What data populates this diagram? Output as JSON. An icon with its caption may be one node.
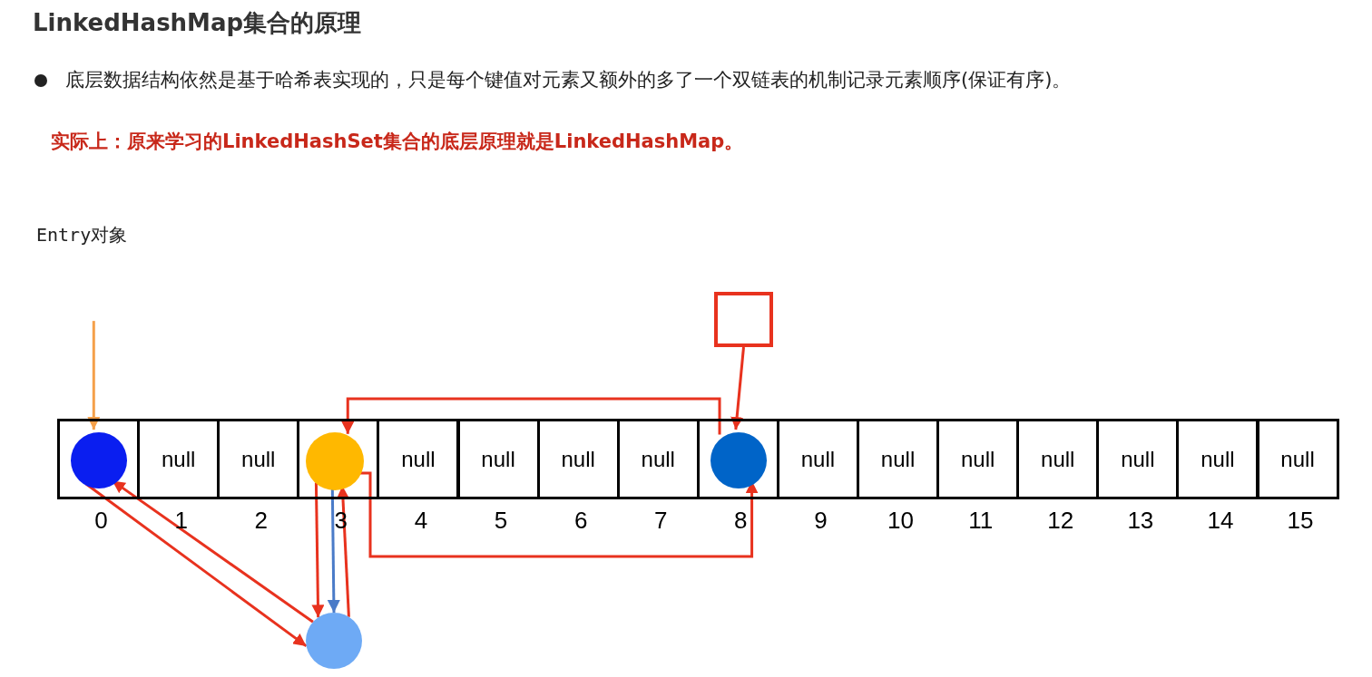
{
  "diagram": {
    "title": "LinkedHashMap集合的原理",
    "nodes": [
      {
        "text": [],
        "shape": "box"
      },
      {
        "text": [],
        "shape": "box",
        "beside": [
          "0"
        ]
      },
      {
        "text": [
          "null"
        ],
        "beside": [
          "1"
        ]
      },
      {
        "text": [
          "null"
        ],
        "beside": [
          "2"
        ]
      },
      {
        "text": [],
        "shape": "box",
        "beside": [
          "3"
        ]
      },
      {
        "text": [
          "null"
        ],
        "beside": [
          "4"
        ]
      },
      {
        "text": [
          "null"
        ],
        "beside": [
          "5"
        ]
      },
      {
        "text": [
          "null"
        ],
        "beside": [
          "6"
        ]
      },
      {
        "text": [
          "null"
        ],
        "beside": [
          "7"
        ]
      },
      {
        "text": [],
        "shape": "box",
        "beside": [
          "8"
        ]
      },
      {
        "text": [
          "null"
        ],
        "beside": [
          "9"
        ]
      },
      {
        "text": [
          "null"
        ],
        "beside": [
          "10"
        ]
      },
      {
        "text": [
          "null"
        ],
        "beside": [
          "11"
        ]
      },
      {
        "text": [
          "null"
        ],
        "beside": [
          "12"
        ]
      },
      {
        "text": [
          "null"
        ],
        "beside": [
          "13"
        ]
      },
      {
        "text": [
          "null"
        ],
        "beside": [
          "14"
        ]
      },
      {
        "text": [
          "null"
        ],
        "beside": [
          "15"
        ]
      },
      {
        "text": [],
        "shape": "circle",
        "in": 1
      },
      {
        "text": [],
        "shape": "circle",
        "in": 4
      },
      {
        "text": [],
        "shape": "circle",
        "in": 9
      },
      {
        "text": [],
        "shape": "circle"
      }
    ],
    "edges": [
      {
        "from": null,
        "to": 17,
        "arrow": "to",
        "color": "#f5a04a"
      },
      {
        "from": 0,
        "to": 19,
        "arrow": "to"
      },
      {
        "from": 19,
        "to": 18,
        "arrow": "to"
      },
      {
        "from": 18,
        "to": 19,
        "arrow": "to"
      },
      {
        "from": 18,
        "to": 20,
        "arrow": "to"
      },
      {
        "from": 18,
        "to": 20,
        "arrow": "to",
        "color": "#4a7bc8"
      },
      {
        "from": 20,
        "to": 18,
        "arrow": "to"
      },
      {
        "from": 20,
        "to": 17,
        "arrow": "to"
      },
      {
        "from": 17,
        "to": 20,
        "arrow": "to"
      }
    ],
    "labels": [
      "底层数据结构依然是基于哈希表实现的，只是每个键值对元素又额外的多了一个双链表的机制记录元素顺序(保证有序)。",
      "实际上：原来学习的LinkedHashSet集合的底层原理就是LinkedHashMap。",
      "Entry对象"
    ]
  }
}
